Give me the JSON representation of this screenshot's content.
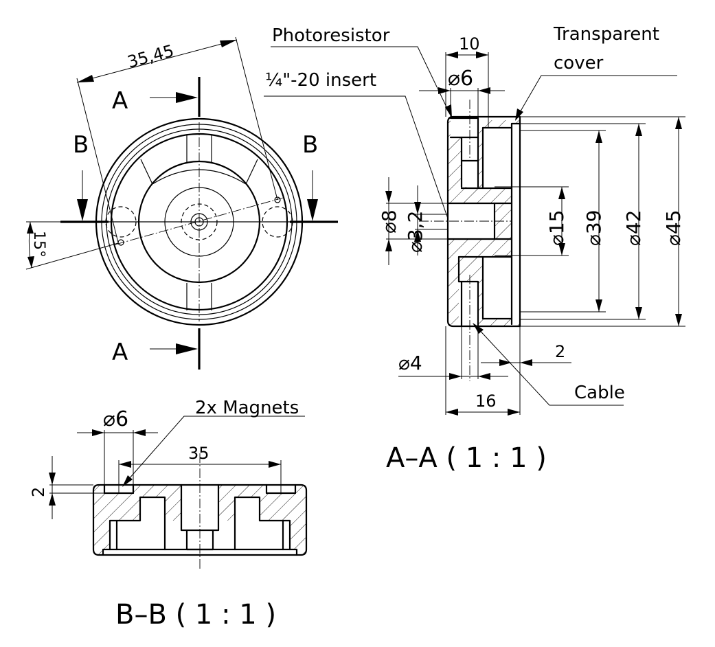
{
  "labels": {
    "photoresistor": "Photoresistor",
    "insert": "¼\"-20 insert",
    "transparent": "Transparent",
    "cover": "cover",
    "cable": "Cable",
    "magnets": "2x Magnets",
    "section_a": "A",
    "section_b": "B",
    "title_aa": "A–A ( 1 : 1 )",
    "title_bb": "B–B ( 1 : 1 )"
  },
  "dimensions": {
    "top_view_span": "35,45",
    "angle": "15°",
    "aa_width_top": "10",
    "aa_d6": "⌀6",
    "aa_d8": "⌀8",
    "aa_d32": "⌀3,2",
    "aa_d15": "⌀15",
    "aa_d39": "⌀39",
    "aa_d42": "⌀42",
    "aa_d45": "⌀45",
    "aa_d4": "⌀4",
    "aa_thk": "2",
    "aa_width_bottom": "16",
    "bb_d6": "⌀6",
    "bb_span": "35",
    "bb_depth": "2"
  },
  "colors": {
    "ink": "#000000",
    "paper": "#ffffff"
  }
}
